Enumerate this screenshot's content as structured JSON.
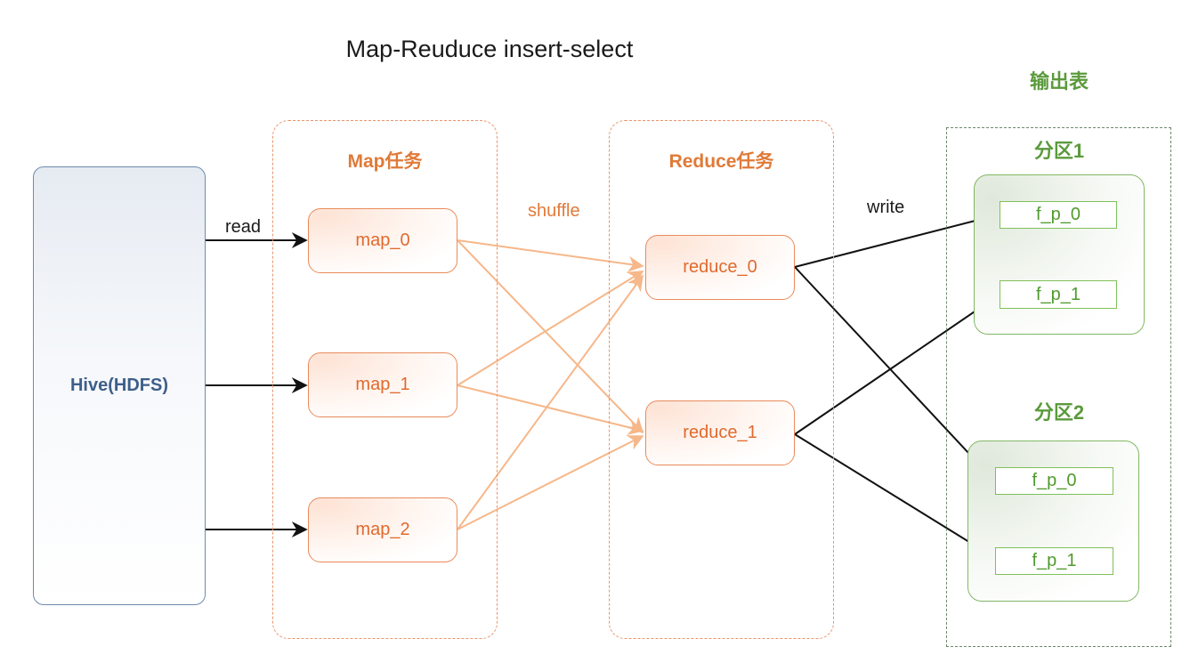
{
  "title": "Map-Reuduce  insert-select",
  "source": {
    "label": "Hive(HDFS)"
  },
  "edge_labels": {
    "read": "read",
    "shuffle": "shuffle",
    "write": "write"
  },
  "map_group": {
    "label": "Map任务",
    "nodes": [
      "map_0",
      "map_1",
      "map_2"
    ]
  },
  "reduce_group": {
    "label": "Reduce任务",
    "nodes": [
      "reduce_0",
      "reduce_1"
    ]
  },
  "output": {
    "title": "输出表",
    "partitions": [
      {
        "label": "分区1",
        "files": [
          "f_p_0",
          "f_p_1"
        ]
      },
      {
        "label": "分区2",
        "files": [
          "f_p_0",
          "f_p_1"
        ]
      }
    ]
  },
  "colors": {
    "map_reduce_accent": "#e07a38",
    "shuffle_arrow": "#f6b78a",
    "output_accent": "#5b9a3c",
    "hive_accent": "#3d5f8a"
  }
}
